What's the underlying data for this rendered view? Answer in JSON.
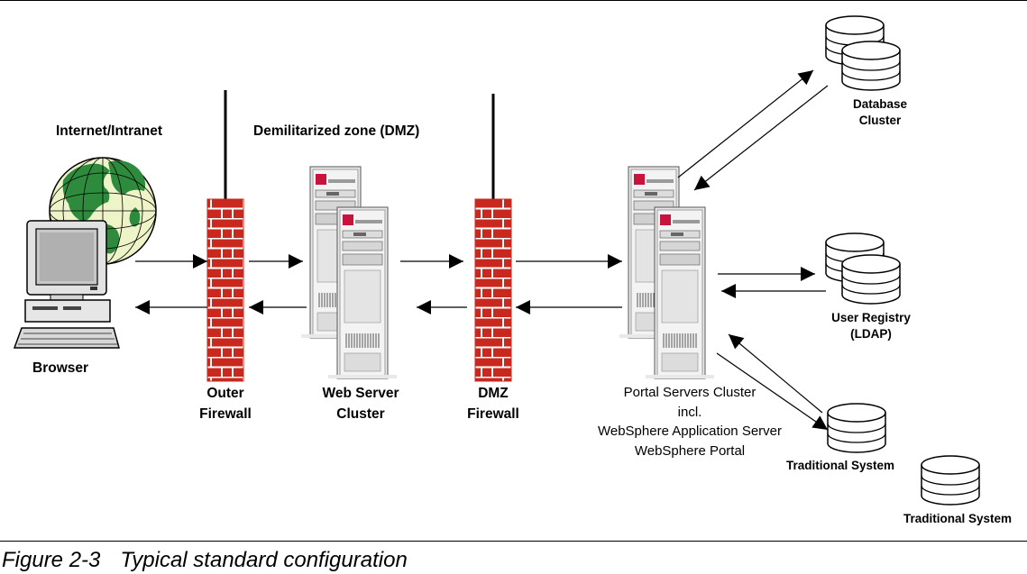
{
  "zones": {
    "internet": "Internet/Intranet",
    "dmz": "Demilitarized zone (DMZ)"
  },
  "nodes": {
    "browser": "Browser",
    "outer_firewall": [
      "Outer",
      "Firewall"
    ],
    "web_server_cluster": [
      "Web Server",
      "Cluster"
    ],
    "dmz_firewall": [
      "DMZ",
      "Firewall"
    ],
    "portal_cluster": [
      "Portal Servers Cluster",
      "incl.",
      "WebSphere Application Server",
      "WebSphere Portal"
    ],
    "database_cluster": [
      "Database",
      "Cluster"
    ],
    "user_registry": [
      "User Registry",
      "(LDAP)"
    ],
    "traditional_system_1": "Traditional System",
    "traditional_system_2": "Traditional System"
  },
  "caption": {
    "number": "Figure 2-3",
    "title": "Typical standard configuration"
  },
  "colors": {
    "brick": "#c8281e",
    "mortar": "#ffffff",
    "globe_land": "#2e8b3d",
    "globe_sea": "#eef4c8",
    "server_body": "#e8e8e8"
  },
  "icons": [
    "globe-icon",
    "computer-icon",
    "firewall-icon",
    "server-icon",
    "database-icon"
  ]
}
